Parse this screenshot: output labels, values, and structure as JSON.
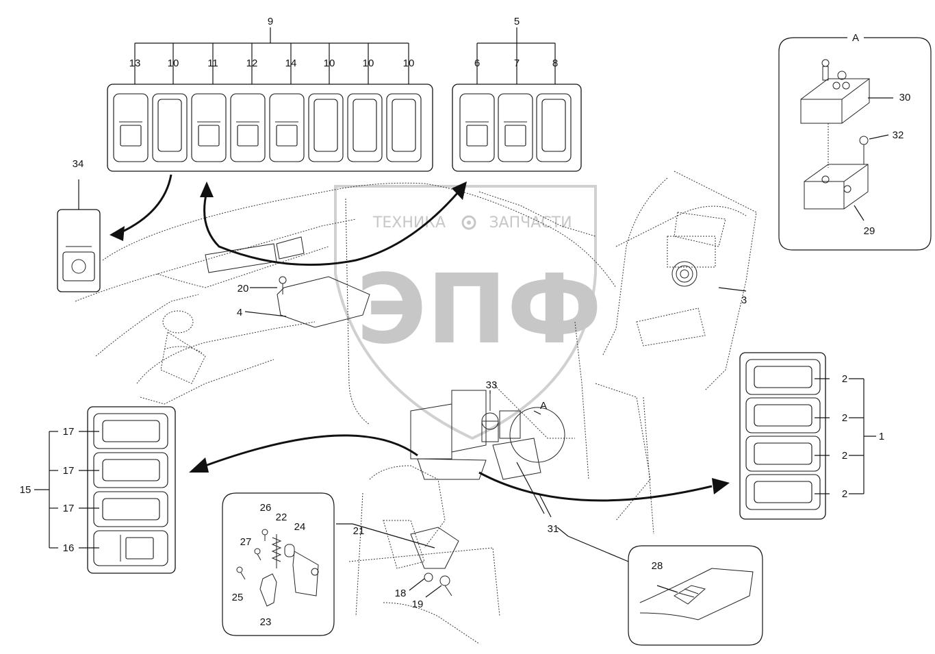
{
  "watermark": {
    "line1_left": "ТЕХНИКА",
    "line1_right": "ЗАПЧАСТИ",
    "line2": "ЭПФ",
    "icon": "gear-icon"
  },
  "labels": {
    "l1": "1",
    "l2a": "2",
    "l2b": "2",
    "l2c": "2",
    "l2d": "2",
    "l3": "3",
    "l4": "4",
    "l5": "5",
    "l6": "6",
    "l7": "7",
    "l8": "8",
    "l9": "9",
    "l10a": "10",
    "l10b": "10",
    "l10c": "10",
    "l10d": "10",
    "l11": "11",
    "l12": "12",
    "l13": "13",
    "l14": "14",
    "l15": "15",
    "l16": "16",
    "l17a": "17",
    "l17b": "17",
    "l17c": "17",
    "l18": "18",
    "l19": "19",
    "l20": "20",
    "l21": "21",
    "l22": "22",
    "l23": "23",
    "l24": "24",
    "l25": "25",
    "l26": "26",
    "l27": "27",
    "l28": "28",
    "l29": "29",
    "l30": "30",
    "l31": "31",
    "l32": "32",
    "l33": "33",
    "l34": "34",
    "detailA_title": "A",
    "detailA_pointer": "A"
  }
}
